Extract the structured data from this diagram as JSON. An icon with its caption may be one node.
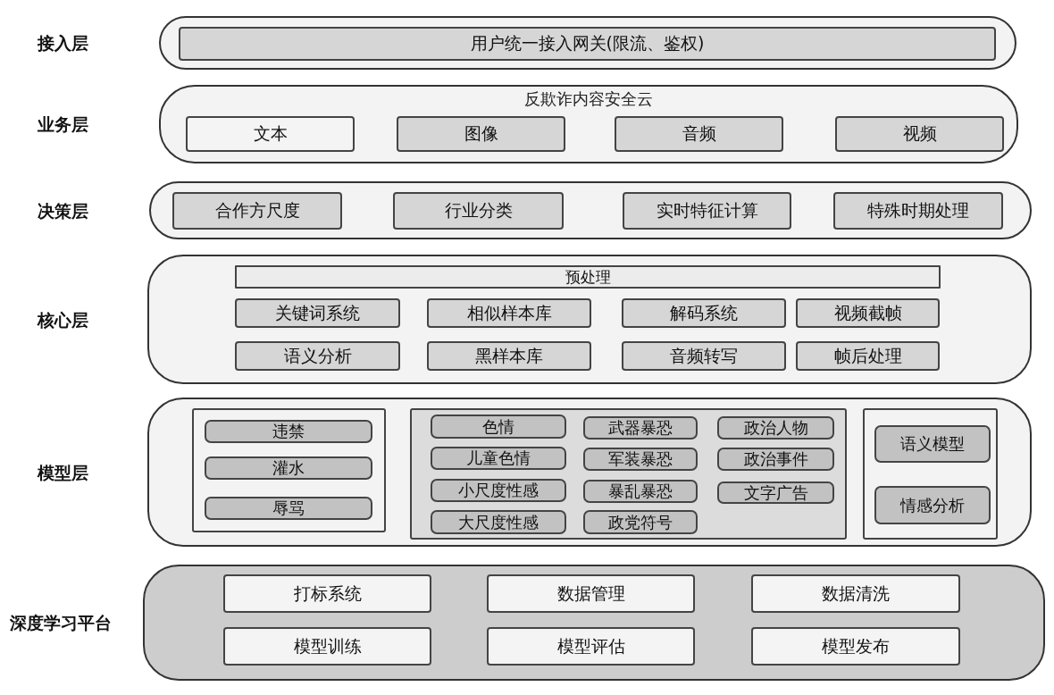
{
  "diagram": {
    "nodes": [
      {
        "text": [
          "接入层"
        ]
      },
      {
        "text": [
          "用户统一接入网关(限流、鉴权)"
        ],
        "in": 0
      },
      {
        "text": [
          "业务层",
          "反欺诈内容安全云"
        ]
      },
      {
        "text": [
          "文本"
        ],
        "in": 2
      },
      {
        "text": [
          "图像"
        ],
        "in": 2
      },
      {
        "text": [
          "音频"
        ],
        "in": 2
      },
      {
        "text": [
          "视频"
        ],
        "in": 2
      },
      {
        "text": [
          "决策层"
        ]
      },
      {
        "text": [
          "合作方尺度"
        ],
        "in": 7
      },
      {
        "text": [
          "行业分类"
        ],
        "in": 7
      },
      {
        "text": [
          "实时特征计算"
        ],
        "in": 7
      },
      {
        "text": [
          "特殊时期处理"
        ],
        "in": 7
      },
      {
        "text": [
          "核心层"
        ]
      },
      {
        "text": [
          "预处理"
        ],
        "in": 12
      },
      {
        "text": [
          "关键词系统"
        ],
        "in": 12
      },
      {
        "text": [
          "相似样本库"
        ],
        "in": 12
      },
      {
        "text": [
          "解码系统"
        ],
        "in": 12
      },
      {
        "text": [
          "视频截帧"
        ],
        "in": 12
      },
      {
        "text": [
          "语义分析"
        ],
        "in": 12
      },
      {
        "text": [
          "黑样本库"
        ],
        "in": 12
      },
      {
        "text": [
          "音频转写"
        ],
        "in": 12
      },
      {
        "text": [
          "帧后处理"
        ],
        "in": 12
      },
      {
        "text": [
          "模型层"
        ]
      },
      {
        "text": [],
        "shape": "box",
        "in": 22
      },
      {
        "text": [
          "违禁"
        ],
        "in": 23
      },
      {
        "text": [
          "灌水"
        ],
        "in": 23
      },
      {
        "text": [
          "辱骂"
        ],
        "in": 23
      },
      {
        "text": [],
        "shape": "box",
        "in": 22
      },
      {
        "text": [
          "色情"
        ],
        "in": 27
      },
      {
        "text": [
          "武器暴恐"
        ],
        "in": 27
      },
      {
        "text": [
          "政治人物"
        ],
        "in": 27
      },
      {
        "text": [
          "儿童色情"
        ],
        "in": 27
      },
      {
        "text": [
          "军装暴恐"
        ],
        "in": 27
      },
      {
        "text": [
          "政治事件"
        ],
        "in": 27
      },
      {
        "text": [
          "小尺度性感"
        ],
        "in": 27
      },
      {
        "text": [
          "暴乱暴恐"
        ],
        "in": 27
      },
      {
        "text": [
          "文字广告"
        ],
        "in": 27
      },
      {
        "text": [
          "大尺度性感"
        ],
        "in": 27
      },
      {
        "text": [
          "政党符号"
        ],
        "in": 27
      },
      {
        "text": [],
        "shape": "box",
        "in": 22
      },
      {
        "text": [
          "语义模型"
        ],
        "in": 39
      },
      {
        "text": [
          "情感分析"
        ],
        "in": 39
      },
      {
        "text": [
          "深度学习平台"
        ]
      },
      {
        "text": [
          "打标系统"
        ],
        "in": 42
      },
      {
        "text": [
          "数据管理"
        ],
        "in": 42
      },
      {
        "text": [
          "数据清洗"
        ],
        "in": 42
      },
      {
        "text": [
          "模型训练"
        ],
        "in": 42
      },
      {
        "text": [
          "模型评估"
        ],
        "in": 42
      },
      {
        "text": [
          "模型发布"
        ],
        "in": 42
      }
    ],
    "edges": []
  }
}
